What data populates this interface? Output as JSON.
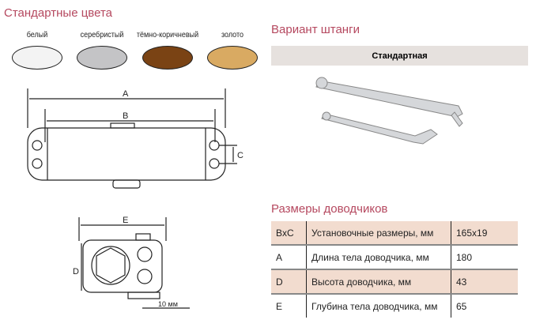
{
  "colors_section": {
    "title": "Стандартные цвета",
    "items": [
      {
        "label": "белый",
        "color": "#f3f3f3"
      },
      {
        "label": "серебристый",
        "color": "#c4c4c6"
      },
      {
        "label": "тёмно-коричневый",
        "color": "#7a4314"
      },
      {
        "label": "золото",
        "color": "#d9aa62"
      }
    ]
  },
  "arm_section": {
    "title": "Вариант штанги",
    "option": "Стандартная"
  },
  "diagram": {
    "label_a": "A",
    "label_b": "B",
    "label_c": "C",
    "label_d": "D",
    "label_e": "E",
    "label_10mm": "10 мм"
  },
  "sizes_section": {
    "title": "Размеры доводчиков",
    "rows": [
      {
        "code": "BxC",
        "desc": "Установочные размеры, мм",
        "value": "165x19"
      },
      {
        "code": "A",
        "desc": "Длина тела доводчика, мм",
        "value": "180"
      },
      {
        "code": "D",
        "desc": "Высота доводчика, мм",
        "value": "43"
      },
      {
        "code": "E",
        "desc": "Глубина тела доводчика, мм",
        "value": "65"
      }
    ]
  }
}
